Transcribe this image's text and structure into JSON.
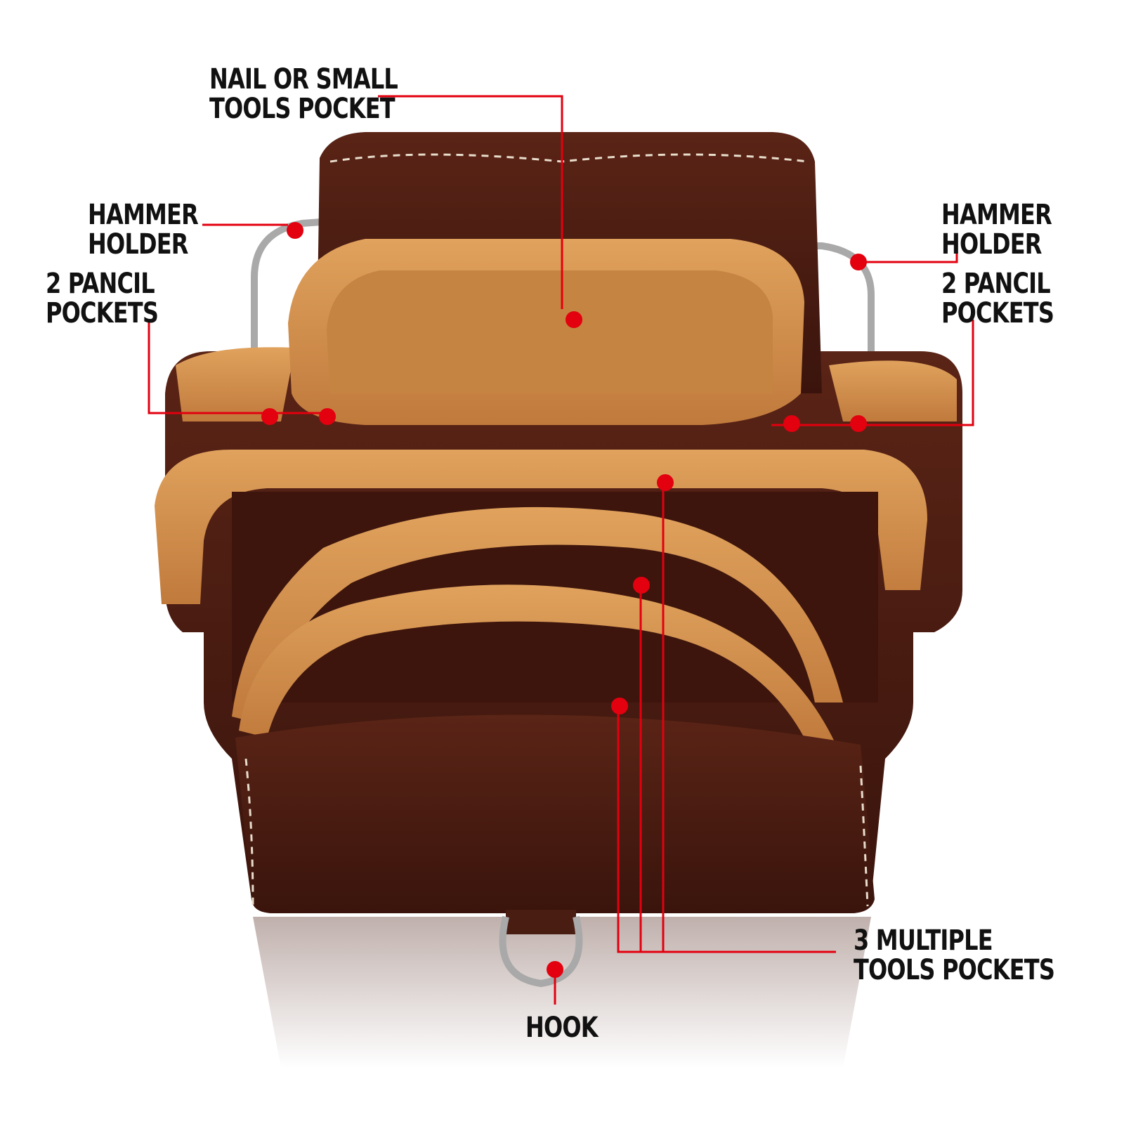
{
  "colors": {
    "accent": "#e3000f",
    "dark_leather": "#4a1d12",
    "light_leather": "#d3924e",
    "metal": "#a9a9a9",
    "text": "#111111"
  },
  "labels": {
    "nail_pocket": [
      "NAIL OR SMALL",
      "TOOLS POCKET"
    ],
    "hammer_left": [
      "HAMMER",
      "HOLDER"
    ],
    "pencil_left": [
      "2 PANCIL",
      "POCKETS"
    ],
    "hammer_right": [
      "HAMMER",
      "HOLDER"
    ],
    "pencil_right": [
      "2 PANCIL",
      "POCKETS"
    ],
    "multi_pockets": [
      "3 MULTIPLE",
      "TOOLS POCKETS"
    ],
    "hook": [
      "HOOK"
    ]
  }
}
